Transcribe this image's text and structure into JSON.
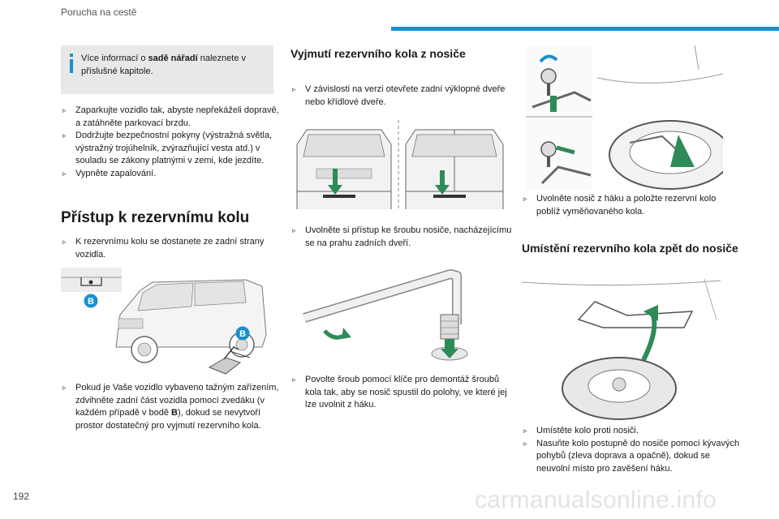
{
  "header": {
    "title": "Porucha na cestě"
  },
  "page_number": "192",
  "watermark": "carmanualsonline.info",
  "info_box": {
    "text_before": "Více informací o ",
    "text_bold": "sadě nářadí",
    "text_after": " naleznete v příslušné kapitole."
  },
  "left_steps": [
    "Zaparkujte vozidlo tak, abyste nepřekáželi dopravě, a zatáhněte parkovací brzdu.",
    "Dodržujte bezpečnostní pokyny (výstražná světla, výstražný trojúhelník, zvýrazňující vesta atd.) v souladu se zákony platnými v zemi, kde jezdíte.",
    "Vypněte zapalování."
  ],
  "access_section": {
    "title": "Přístup k rezervnímu kolu",
    "step1": "K rezervnímu kolu se dostanete ze zadní strany vozidla.",
    "marker_label": "B",
    "step2_before": "Pokud je Vaše vozidlo vybaveno tažným zařízením, zdvihněte zadní část vozidla pomocí zvedáku (v každém případě v bodě ",
    "step2_bold": "B",
    "step2_after": "), dokud se nevytvoří prostor dostatečný pro vyjmutí rezervního kola."
  },
  "removal_section": {
    "title": "Vyjmutí rezervního kola z nosiče",
    "step1": "V závislosti na verzi otevřete zadní výklopné dveře nebo křídlové dveře.",
    "step2": "Uvolněte si přístup ke šroubu nosiče, nacházejícímu se na prahu zadních dveří.",
    "step3": "Povolte šroub pomocí klíče pro demontáž šroubů kola tak, aby se nosič spustil do polohy, ve které jej lze uvolnit z háku.",
    "step4": "Uvolněte nosič z háku a položte rezervní kolo poblíž vyměňovaného kola."
  },
  "refit_section": {
    "title": "Umístění rezervního kola zpět do nosiče",
    "steps": [
      "Umístěte kolo proti nosiči.",
      "Nasuňte kolo postupně do nosiče pomocí kývavých pohybů (zleva doprava a opačně), dokud se neuvolní místo pro zavěšení háku."
    ]
  },
  "colors": {
    "accent_blue": "#1a8fd0",
    "info_bar": "#1a8fd0",
    "info_bg": "#e8e8e8",
    "arrow_green": "#2e8b57"
  }
}
